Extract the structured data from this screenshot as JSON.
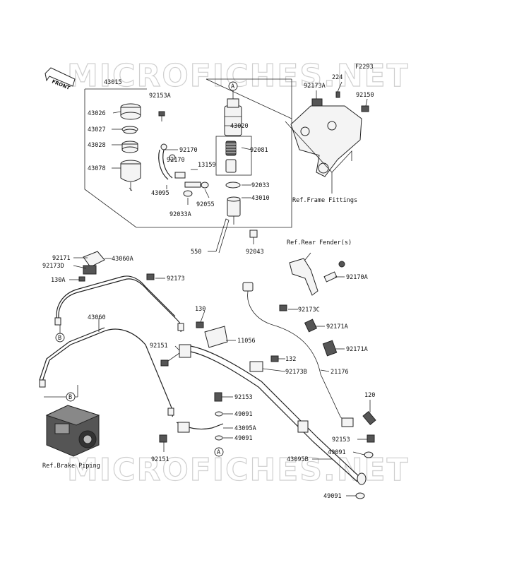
{
  "figure_code": "F2293",
  "watermark": "MICROFICHES.NET",
  "front_label": "FRONT",
  "part_labels": {
    "p43015": "43015",
    "p92153A": "92153A",
    "p43026": "43026",
    "p43027": "43027",
    "p43028": "43028",
    "p43078": "43078",
    "p92170": "92170",
    "p92170b": "92170",
    "p13159": "13159",
    "p43095": "43095",
    "p92055": "92055",
    "p92033A": "92033A",
    "p43020": "43020",
    "p92081": "92081",
    "p92033": "92033",
    "p43010": "43010",
    "p550": "550",
    "p92043": "92043",
    "p224": "224",
    "p92173A": "92173A",
    "p92150": "92150",
    "p92171": "92171",
    "p92173D": "92173D",
    "p43060A": "43060A",
    "p130A": "130A",
    "p92173": "92173",
    "p43060": "43060",
    "p130": "130",
    "p92151": "92151",
    "p11056": "11056",
    "p92173C": "92173C",
    "p92171A": "92171A",
    "p92171Ab": "92171A",
    "p132": "132",
    "p92173B": "92173B",
    "p21176": "21176",
    "p92170A": "92170A",
    "p92153": "92153",
    "p49091": "49091",
    "p43095A": "43095A",
    "p49091b": "49091",
    "p92151b": "92151",
    "p120": "120",
    "p92153b": "92153",
    "p49091c": "49091",
    "p43095B": "43095B",
    "p49091d": "49091"
  },
  "callouts": {
    "a_top": "A",
    "a_bottom": "A",
    "b_left": "B",
    "b_bottom": "B"
  },
  "references": {
    "frame": "Ref.Frame Fittings",
    "rear_fender": "Ref.Rear Fender(s)",
    "brake_piping": "Ref.Brake Piping"
  }
}
